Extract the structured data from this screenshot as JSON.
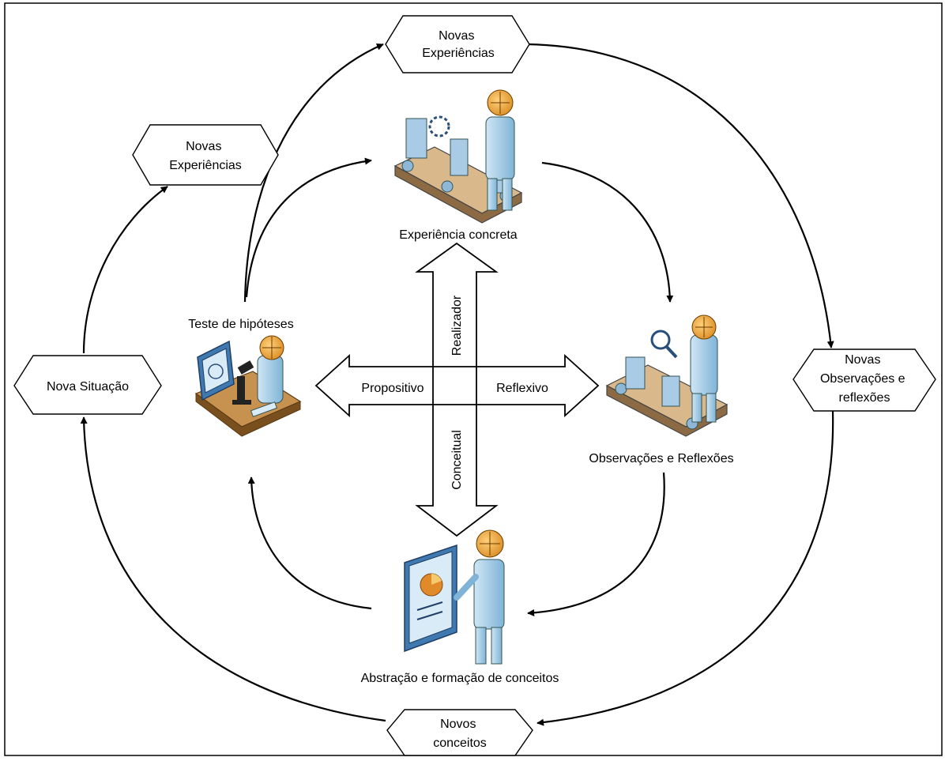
{
  "diagram": {
    "hexagons": {
      "top": [
        "Novas",
        "Experiências"
      ],
      "upper_left": [
        "Novas",
        "Experiências"
      ],
      "left": [
        "Nova Situação"
      ],
      "right": [
        "Novas",
        "Observações e",
        "reflexões"
      ],
      "bottom": [
        "Novos",
        "conceitos"
      ]
    },
    "stages": {
      "concrete_experience": "Experiência concreta",
      "observations": "Observações e Reflexões",
      "abstraction": "Abstração e formação de conceitos",
      "hypothesis_testing": "Teste de hipóteses"
    },
    "axes": {
      "up": "Realizador",
      "down": "Conceitual",
      "left": "Propositivo",
      "right": "Reflexivo"
    }
  }
}
